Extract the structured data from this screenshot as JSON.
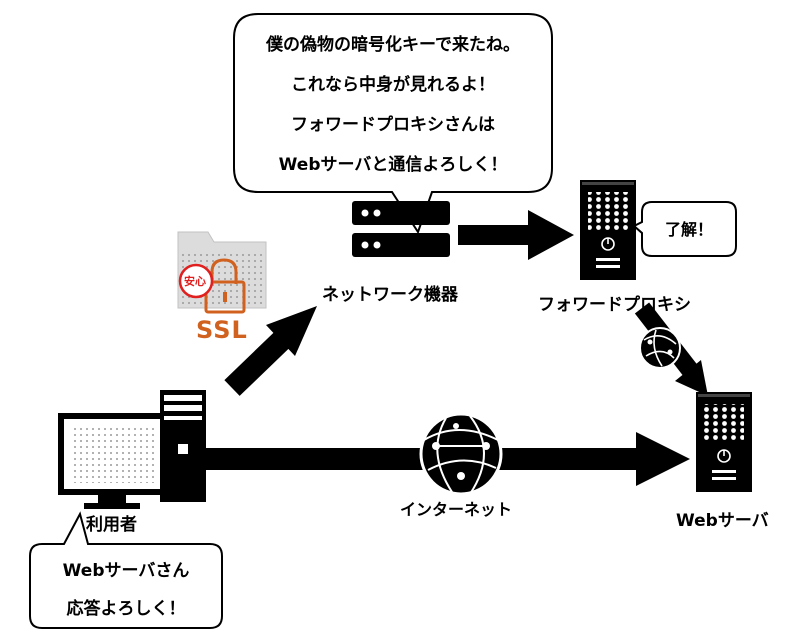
{
  "speech": {
    "network_device": [
      "僕の偽物の暗号化キーで来たね。",
      "これなら中身が見れるよ！",
      "フォワードプロキシさんは",
      "Webサーバと通信よろしく！"
    ],
    "proxy": "了解！",
    "user": [
      "Webサーバさん",
      "応答よろしく！"
    ]
  },
  "labels": {
    "network_device": "ネットワーク機器",
    "proxy": "フォワードプロキシ",
    "user": "利用者",
    "internet": "インターネット",
    "web_server": "Webサーバ"
  },
  "badge": {
    "seal": "安心",
    "protocol": "SSL"
  },
  "colors": {
    "ssl_orange": "#d0611f",
    "seal_red": "#e0201f",
    "icon": "#000000"
  }
}
